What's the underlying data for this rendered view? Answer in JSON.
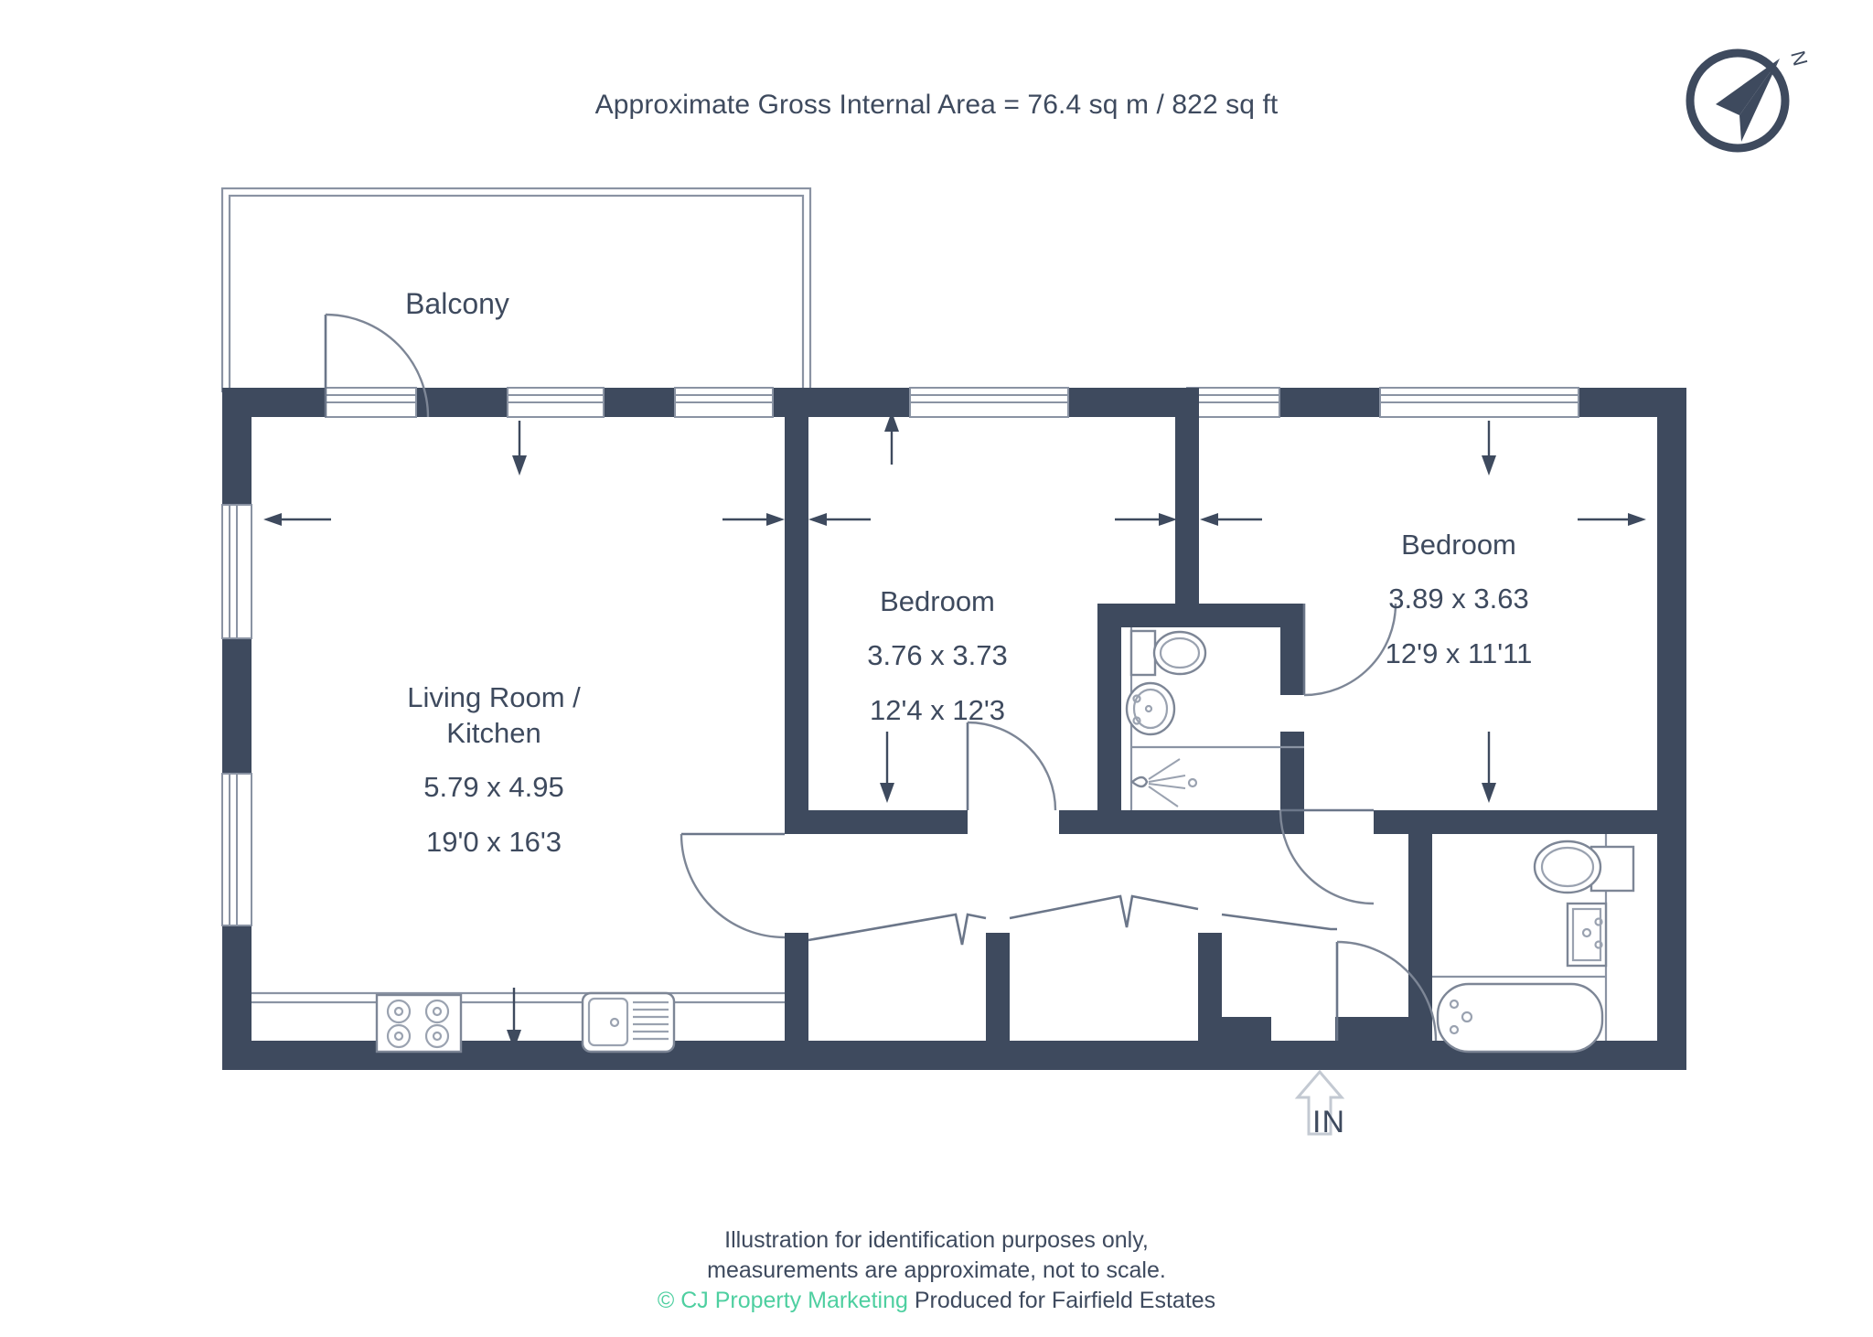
{
  "header": {
    "area_title": "Approximate Gross Internal Area = 76.4 sq m / 822 sq ft"
  },
  "compass": {
    "north_label": "N",
    "icon": "compass-rose-icon"
  },
  "rooms": [
    {
      "id": "balcony",
      "name": "Balcony",
      "dim_metric": "",
      "dim_imperial": ""
    },
    {
      "id": "living-kitchen",
      "name": "Living Room /\nKitchen",
      "dim_metric": "5.79 x 4.95",
      "dim_imperial": "19'0 x 16'3"
    },
    {
      "id": "bedroom-middle",
      "name": "Bedroom",
      "dim_metric": "3.76 x 3.73",
      "dim_imperial": "12'4 x 12'3"
    },
    {
      "id": "bedroom-right",
      "name": "Bedroom",
      "dim_metric": "3.89 x 3.63",
      "dim_imperial": "12'9 x 11'11"
    }
  ],
  "entrance": {
    "label": "IN",
    "icon": "up-arrow-icon"
  },
  "fixtures": [
    {
      "name": "hob-icon",
      "room": "living-kitchen"
    },
    {
      "name": "sink-icon",
      "room": "living-kitchen"
    },
    {
      "name": "toilet-icon",
      "room": "shower-room"
    },
    {
      "name": "basin-icon",
      "room": "shower-room"
    },
    {
      "name": "shower-icon",
      "room": "shower-room"
    },
    {
      "name": "toilet-icon",
      "room": "bathroom"
    },
    {
      "name": "basin-icon",
      "room": "bathroom"
    },
    {
      "name": "bathtub-icon",
      "room": "bathroom"
    }
  ],
  "footer": {
    "line1": "Illustration for identification purposes only,",
    "line2": "measurements are approximate, not to scale.",
    "copyright": "© CJ Property Marketing",
    "produced_for": "Produced for Fairfield Estates"
  },
  "colors": {
    "wall": "#3e4a5e",
    "text": "#3e4a5e",
    "brand": "#4ecfa0",
    "thin_line": "#6b7689",
    "background": "#ffffff"
  }
}
